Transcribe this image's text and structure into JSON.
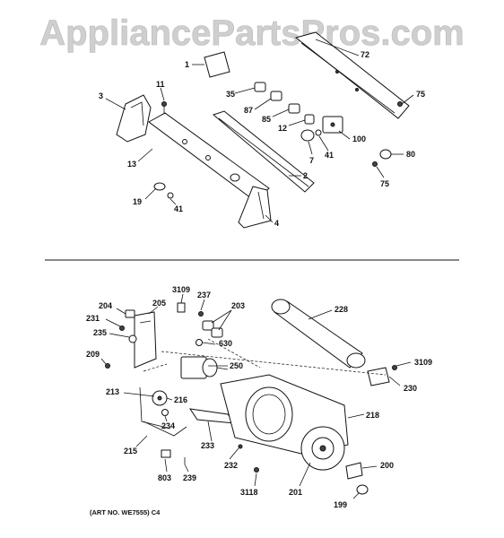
{
  "watermark": "AppliancePartsPros.com",
  "art_number": "(ART NO. WE7555) C4",
  "labels": {
    "p1": "1",
    "p72": "72",
    "p11": "11",
    "p3": "3",
    "p35": "35",
    "p87": "87",
    "p85": "85",
    "p75a": "75",
    "p12": "12",
    "p41a": "41",
    "p100": "100",
    "p7": "7",
    "p80": "80",
    "p13": "13",
    "p2": "2",
    "p75b": "75",
    "p19": "19",
    "p41b": "41",
    "p4": "4",
    "p3109a": "3109",
    "p237": "237",
    "p204": "204",
    "p203": "203",
    "p228": "228",
    "p205": "205",
    "p231": "231",
    "p235": "235",
    "p630": "630",
    "p209": "209",
    "p250": "250",
    "p3109b": "3109",
    "p213": "213",
    "p216": "216",
    "p230": "230",
    "p234": "234",
    "p218": "218",
    "p215": "215",
    "p233": "233",
    "p200": "200",
    "p232": "232",
    "p803": "803",
    "p239": "239",
    "p3118": "3118",
    "p201": "201",
    "p199": "199"
  }
}
